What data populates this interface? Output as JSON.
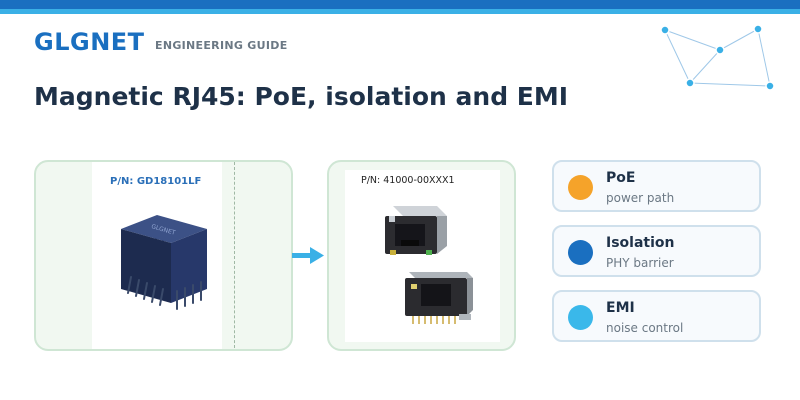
{
  "brand": {
    "name": "GLGNET",
    "tagline": "ENGINEERING GUIDE"
  },
  "title": "Magnetic RJ45: PoE, isolation and EMI",
  "products": {
    "left_part_number": "P/N: GD18101LF",
    "left_logo_text": "GLGNET",
    "right_part_number": "P/N: 41000-00XXX1"
  },
  "features": [
    {
      "title": "PoE",
      "subtitle": "power path",
      "color": "#f5a32a"
    },
    {
      "title": "Isolation",
      "subtitle": "PHY barrier",
      "color": "#1a6fc0"
    },
    {
      "title": "EMI",
      "subtitle": "noise control",
      "color": "#3ab8ea"
    }
  ],
  "colors": {
    "brand_blue": "#1a6fc0",
    "accent_cyan": "#3ab0e6",
    "panel_green": "#f1f8f1",
    "heading_navy": "#1e3148"
  }
}
